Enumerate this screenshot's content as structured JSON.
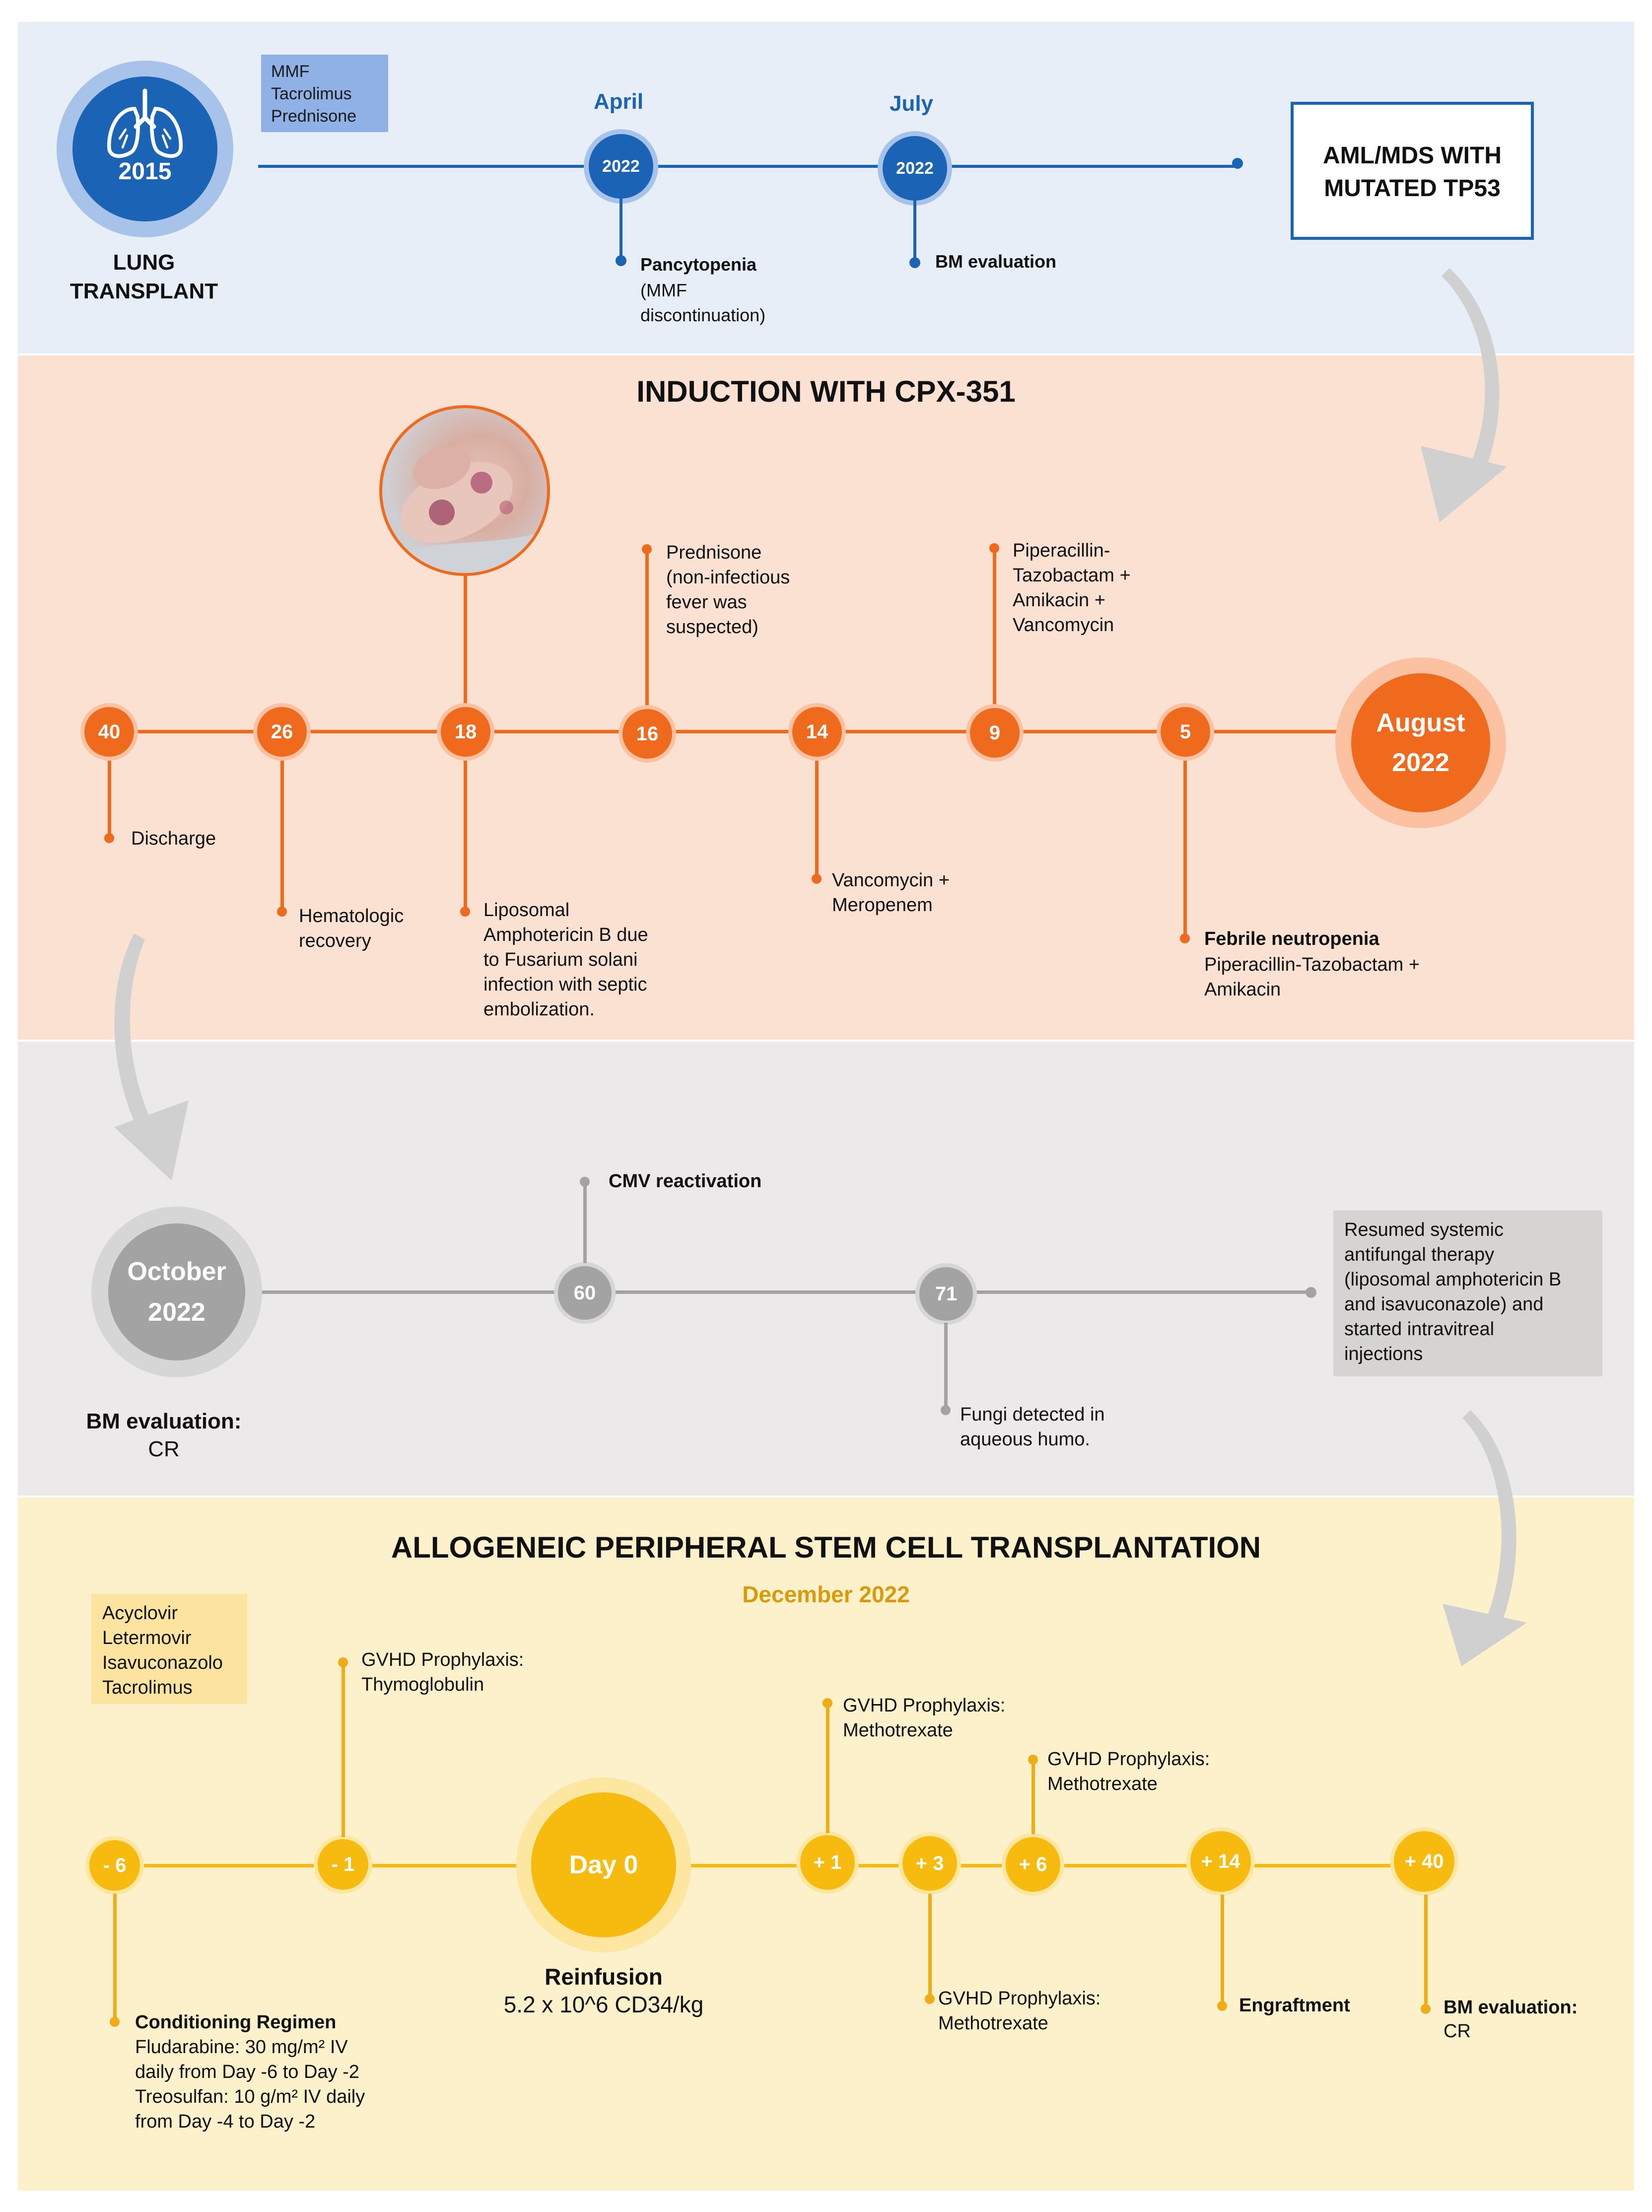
{
  "colors": {
    "section1_bg": "#e8eef7",
    "section2_bg": "#fbe1d2",
    "section3_bg": "#ece9ea",
    "section4_bg": "#fdf1cc",
    "blue": "#1b64b5",
    "blue_light": "#a7c3ea",
    "orange": "#f06a1e",
    "orange_light": "#fbc1a0",
    "gray": "#a3a3a3",
    "gray_light": "#d6d6d6",
    "yellow": "#f7bb0f",
    "yellow_light": "#fde7a0",
    "yellow_text": "#d99b0c"
  },
  "section1": {
    "year_badge": "2015",
    "badge_icon": "lungs-icon",
    "transplant_label": "LUNG\nTRANSPLANT",
    "drugs_box": "MMF\nTacrolimus\nPrednisone",
    "april_label": "April",
    "april_year": "2022",
    "july_label": "July",
    "july_year": "2022",
    "pancytopenia_title": "Pancytopenia",
    "pancytopenia_note": "(MMF\ndiscontinuation)",
    "bm_evaluation": "BM evaluation",
    "diagnosis": "AML/MDS WITH\nMUTATED TP53"
  },
  "section2": {
    "title": "INDUCTION WITH CPX-351",
    "photo_icon": "infected-toe-photo",
    "month_badge": "August\n2022",
    "nodes": [
      "40",
      "26",
      "18",
      "16",
      "14",
      "9",
      "5"
    ],
    "discharge": "Discharge",
    "hematologic_recovery": "Hematologic\nrecovery",
    "liposomal": "Liposomal\nAmphotericin B due\nto Fusarium solani\ninfection with septic\nembolization.",
    "prednisone": "Prednisone\n(non-infectious\nfever was\nsuspected)",
    "vanco_mero": "Vancomycin +\nMeropenem",
    "pip_taz_amik_vanco": "Piperacillin-\nTazobactam +\nAmikacin +\nVancomycin",
    "febrile_title": "Febrile neutropenia",
    "febrile_note": "Piperacillin-Tazobactam +\nAmikacin"
  },
  "section3": {
    "month_badge": "October\n2022",
    "bm_eval_title": "BM evaluation:",
    "bm_eval_result": "CR",
    "nodes": [
      "60",
      "71"
    ],
    "cmv": "CMV reactivation",
    "fungi": "Fungi detected in\naqueous humo.",
    "resumed": "Resumed systemic\nantifungal therapy\n(liposomal amphotericin B\nand isavuconazole) and\nstarted intravitreal\ninjections"
  },
  "section4": {
    "title": "ALLOGENEIC PERIPHERAL STEM CELL TRANSPLANTATION",
    "subtitle": "December 2022",
    "drugs_box": "Acyclovir\nLetermovir\nIsavuconazolo\nTacrolimus",
    "nodes": [
      "- 6",
      "- 1",
      "+ 1",
      "+ 3",
      "+ 6",
      "+ 14",
      "+ 40"
    ],
    "day0": "Day 0",
    "reinfusion_title": "Reinfusion",
    "reinfusion_value": "5.2 x 10^6 CD34/kg",
    "gvhd_thymo": "GVHD Prophylaxis:\nThymoglobulin",
    "gvhd_mtx_1": "GVHD Prophylaxis:\nMethotrexate",
    "gvhd_mtx_3": "GVHD Prophylaxis:\nMethotrexate",
    "gvhd_mtx_6": "GVHD Prophylaxis:\nMethotrexate",
    "conditioning_title": "Conditioning Regimen",
    "conditioning_body": "Fludarabine: 30 mg/m² IV\ndaily from Day -6 to Day -2\nTreosulfan: 10 g/m² IV daily\nfrom Day -4 to Day -2",
    "engraftment": "Engraftment",
    "bm_eval_title": "BM evaluation:",
    "bm_eval_result": "CR"
  }
}
